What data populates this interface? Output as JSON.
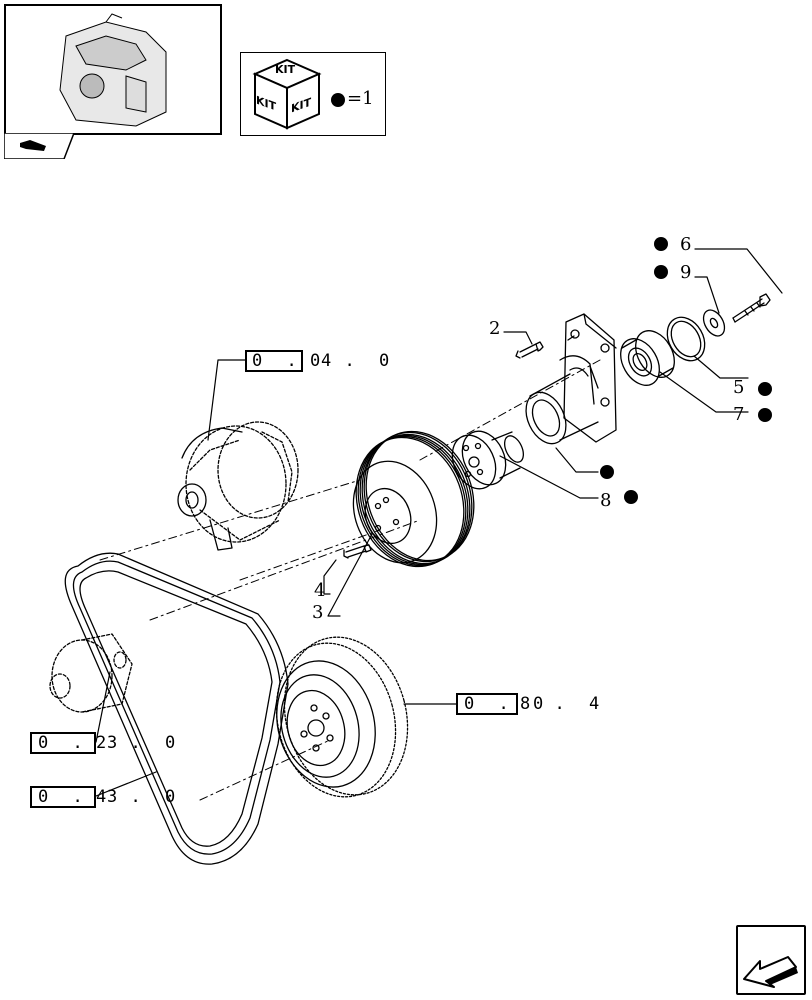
{
  "kit_panel": {
    "kit_label": "KIT",
    "equals_text": "=1"
  },
  "references": [
    {
      "id": "ref-alternator",
      "box": "0 . 4",
      "rest": "0 . 0"
    },
    {
      "id": "ref-flywheel",
      "box": "0 . 0",
      "rest": "8 . 4"
    },
    {
      "id": "ref-pump",
      "box": "0 . 3",
      "rest": "2 . 0"
    },
    {
      "id": "ref-belt",
      "box": "0 . 3",
      "rest": "4 . 0"
    }
  ],
  "callouts": [
    {
      "n": "2",
      "kit": false
    },
    {
      "n": "3",
      "kit": false
    },
    {
      "n": "4",
      "kit": false
    },
    {
      "n": "5",
      "kit": true
    },
    {
      "n": "6",
      "kit": true
    },
    {
      "n": "7",
      "kit": true
    },
    {
      "n": "8",
      "kit": true
    },
    {
      "n": "9",
      "kit": true
    }
  ],
  "icons": {
    "thumbnail": "engine-thumbnail-icon",
    "kit": "kit-cube-icon",
    "nav": "next-page-arrow-icon"
  }
}
